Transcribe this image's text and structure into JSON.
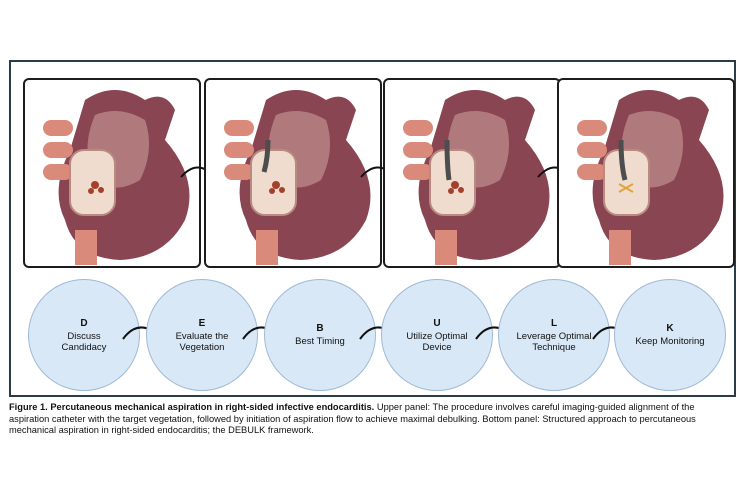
{
  "steps": [
    {
      "letter": "D",
      "label": "Discuss Candidacy"
    },
    {
      "letter": "E",
      "label": "Evaluate the Vegetation"
    },
    {
      "letter": "B",
      "label": "Best Timing"
    },
    {
      "letter": "U",
      "label": "Utilize Optimal Device"
    },
    {
      "letter": "L",
      "label": "Leverage Optimal Technique"
    },
    {
      "letter": "K",
      "label": "Keep Monitoring"
    }
  ],
  "caption": {
    "title": "Figure 1. Percutaneous mechanical aspiration in right-sided infective endocarditis.",
    "text": " Upper panel: The procedure involves careful imaging-guided alignment of the aspiration catheter with the target vegetation, followed by initiation of aspiration flow to achieve maximal debulking. Bottom panel: Structured approach to percutaneous mechanical aspiration in right-sided endocarditis; the DEBULK framework."
  },
  "colors": {
    "heart": "#8a4553",
    "vessel": "#d98a7a",
    "circle": "#d9e8f6",
    "frame": "#2a3b4a"
  }
}
